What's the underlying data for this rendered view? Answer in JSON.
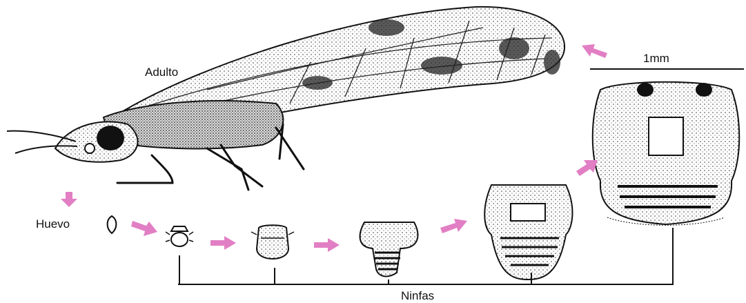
{
  "labels": {
    "adult": "Adulto",
    "egg": "Huevo",
    "nymphs": "Ninfas",
    "scale": "1mm"
  },
  "colors": {
    "arrow": "#e27fc4",
    "ink": "#111111",
    "paper": "#ffffff",
    "shade": "#6b6b6b"
  },
  "stages": [
    "egg",
    "nymph-instar-1",
    "nymph-instar-2",
    "nymph-instar-3",
    "nymph-instar-4",
    "nymph-instar-5",
    "adult"
  ]
}
